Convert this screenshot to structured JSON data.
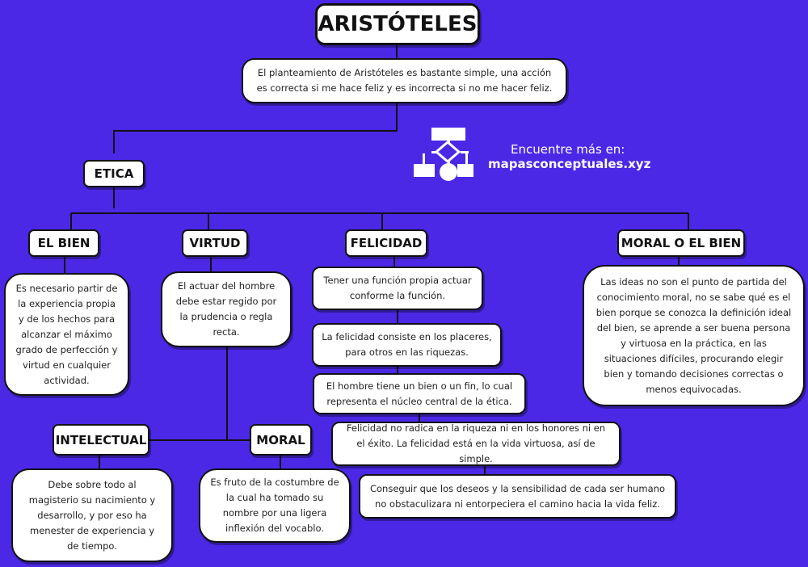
{
  "title": "ARISTÓTELES",
  "intro": "El planteamiento de Aristóteles es bastante simple, una acción es correcta si me hace feliz y es incorrecta si no me hacer feliz.",
  "etica": "ETICA",
  "promo": {
    "line1": "Encuentre más en:",
    "line2": "mapasconceptuales.xyz"
  },
  "el_bien": {
    "label": "EL BIEN",
    "text": "Es necesario partir de la experiencia propia y de los hechos para alcanzar el máximo grado de perfección y virtud en cualquier actividad."
  },
  "virtud": {
    "label": "VIRTUD",
    "text": "El actuar del hombre debe estar regido por la prudencia o regla recta."
  },
  "intelectual": {
    "label": "INTELECTUAL",
    "text": "Debe sobre todo al magisterio su nacimiento y desarrollo, y por eso ha menester de experiencia y de tiempo."
  },
  "moral": {
    "label": "MORAL",
    "text": "Es fruto de la costumbre de la cual ha tomado su nombre por una ligera inflexión del vocablo."
  },
  "felicidad": {
    "label": "FELICIDAD",
    "items": [
      "Tener una función propia actuar conforme la función.",
      "La felicidad consiste en los placeres, para otros en las riquezas.",
      "El hombre tiene un bien o un fin, lo cual representa el núcleo central de la ética.",
      "Felicidad no radica en la riqueza ni en los honores ni en el éxito. La felicidad está en la vida virtuosa, así de simple.",
      "Conseguir que los deseos y la sensibilidad de cada ser humano no obstaculizara ni entorpeciera el camino hacia la vida feliz."
    ]
  },
  "moral_bien": {
    "label": "MORAL O EL BIEN",
    "text": "Las ideas no son el punto de partida del conocimiento moral, no se sabe qué es el bien porque se conozca la definición ideal del bien, se aprende a ser buena persona y virtuosa en la práctica, en las situaciones difíciles, procurando elegir bien y tomando decisiones correctas o menos equivocadas."
  }
}
